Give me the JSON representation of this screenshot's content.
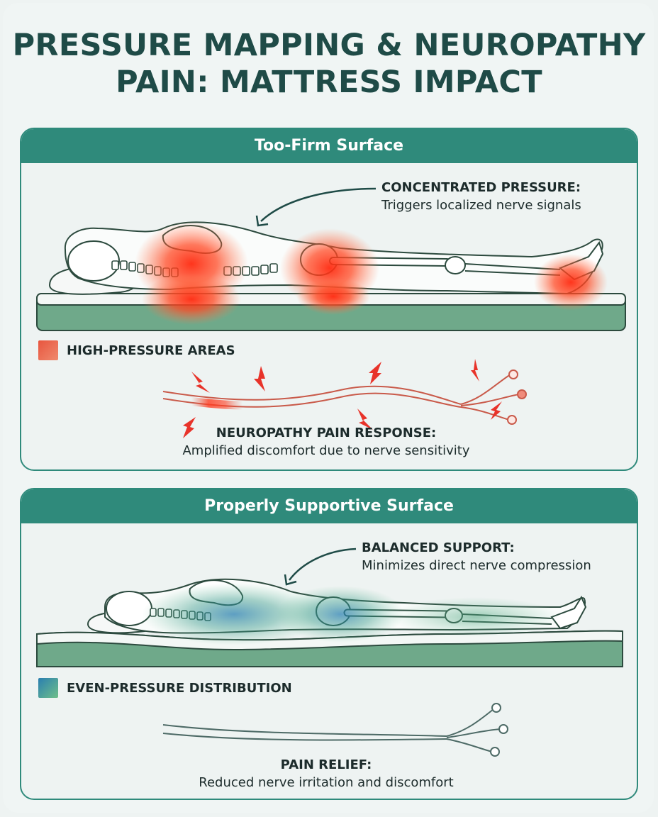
{
  "title": {
    "line1": "PRESSURE MAPPING & NEUROPATHY",
    "line2": "PAIN: MATTRESS IMPACT"
  },
  "panels": [
    {
      "header": "Too-Firm Surface",
      "callout": {
        "heading": "CONCENTRATED PRESSURE:",
        "text": "Triggers localized nerve signals"
      },
      "legend": {
        "label": "HIGH-PRESSURE AREAS",
        "color": "#e05a45"
      },
      "nerve": {
        "heading": "NEUROPATHY PAIN RESPONSE:",
        "text": "Amplified discomfort due to nerve sensitivity"
      }
    },
    {
      "header": "Properly Supportive Surface",
      "callout": {
        "heading": "BALANCED SUPPORT:",
        "text": "Minimizes direct nerve compression"
      },
      "legend": {
        "label": "EVEN-PRESSURE DISTRIBUTION",
        "color": "#3a9a8a"
      },
      "nerve": {
        "heading": "PAIN RELIEF:",
        "text": "Reduced nerve irritation and discomfort"
      }
    }
  ],
  "colors": {
    "teal": "#2f8a7b",
    "mattress": "#6fa98a",
    "pressure_red": "#ff3b1f",
    "pressure_blue": "#2f7fb0"
  }
}
